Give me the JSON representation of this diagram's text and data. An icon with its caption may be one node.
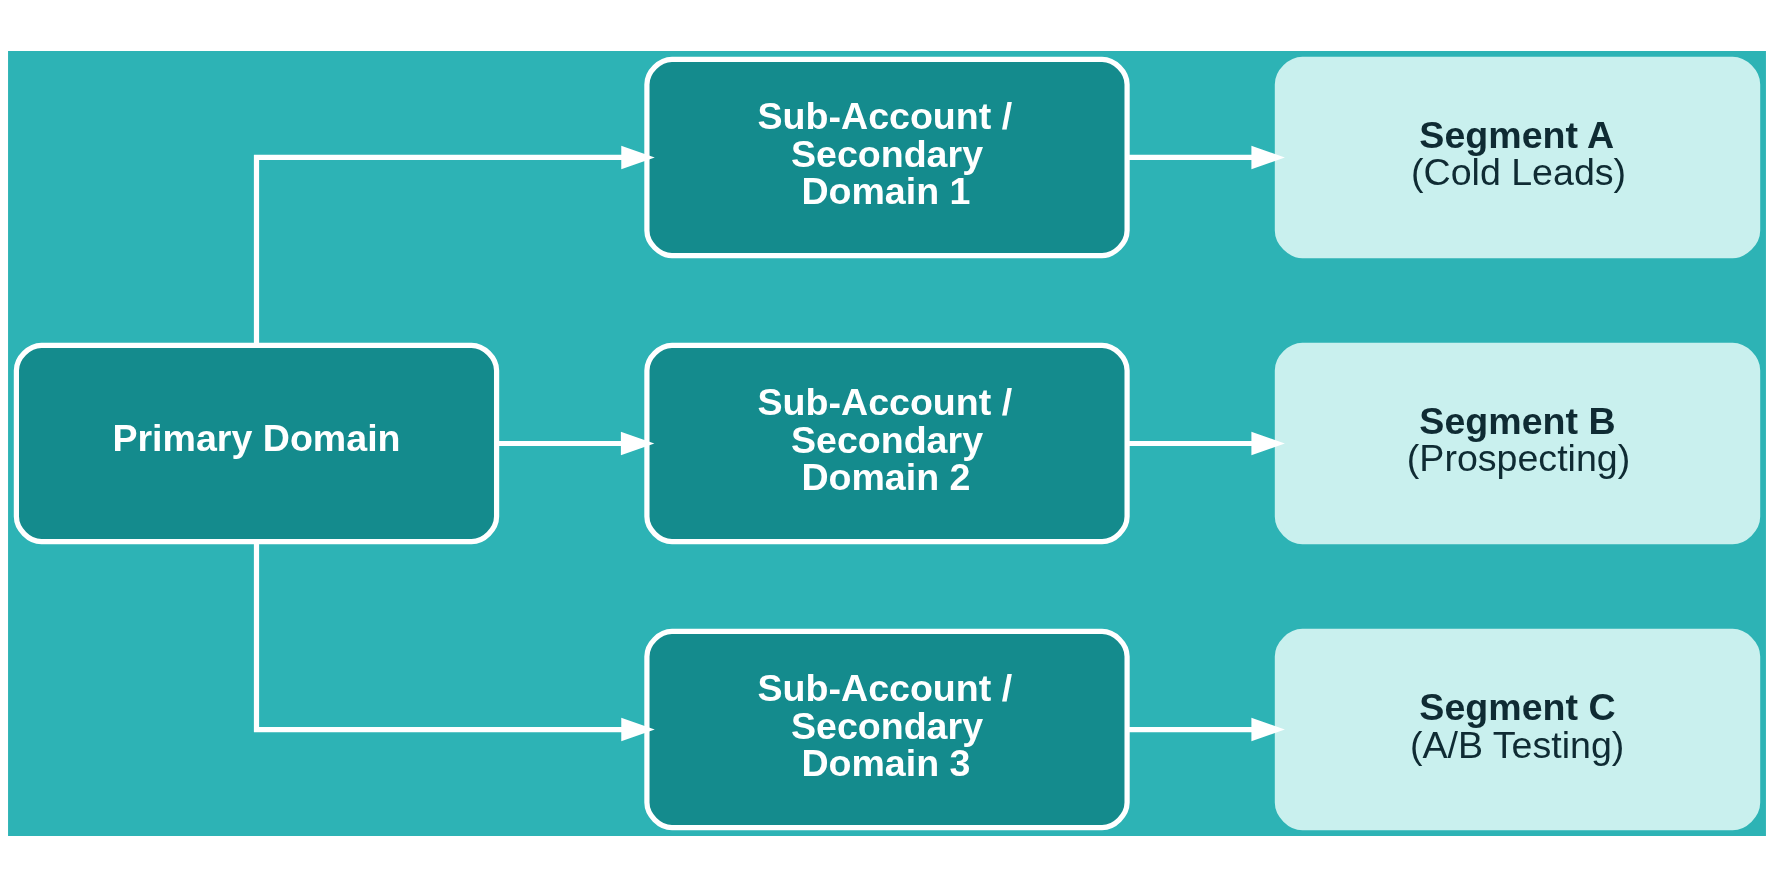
{
  "diagram": {
    "nodes": [
      {
        "text": [
          "Primary Domain"
        ]
      },
      {
        "text": [
          "Sub-Account / Secondary Domain 1"
        ]
      },
      {
        "text": [
          "Sub-Account / Secondary Domain 2"
        ]
      },
      {
        "text": [
          "Sub-Account / Secondary Domain 3"
        ]
      },
      {
        "text": [
          "Segment A",
          "(Cold Leads)"
        ]
      },
      {
        "text": [
          "Segment B",
          "(Prospecting)"
        ]
      },
      {
        "text": [
          "Segment C",
          "(A/B Testing)"
        ]
      }
    ],
    "edges": [
      {
        "from": 0,
        "to": 1,
        "arrow": "to"
      },
      {
        "from": 0,
        "to": 2,
        "arrow": "to"
      },
      {
        "from": 0,
        "to": 3,
        "arrow": "to"
      },
      {
        "from": 1,
        "to": 4,
        "arrow": "to"
      },
      {
        "from": 2,
        "to": 5,
        "arrow": "to"
      },
      {
        "from": 3,
        "to": 6,
        "arrow": "to"
      }
    ]
  }
}
